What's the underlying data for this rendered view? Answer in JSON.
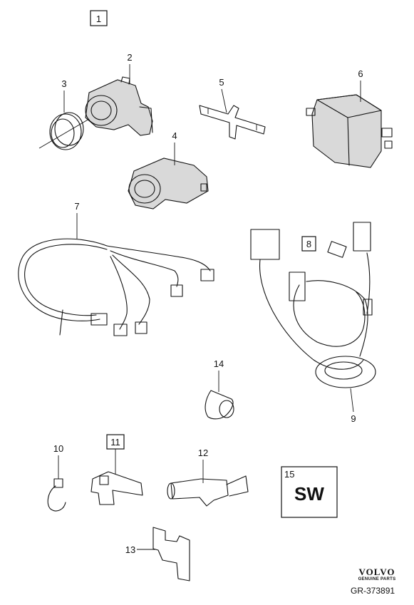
{
  "diagram": {
    "group_label": "1",
    "callouts": [
      "2",
      "3",
      "4",
      "5",
      "6",
      "7",
      "8",
      "9",
      "10",
      "11",
      "12",
      "13",
      "14"
    ],
    "boxed_callouts": [
      "1",
      "8",
      "11"
    ],
    "kit": {
      "number": "15",
      "code": "SW"
    }
  },
  "footer": {
    "brand": "VOLVO",
    "brand_tagline": "GENUINE PARTS",
    "reference": "GR-373891"
  }
}
